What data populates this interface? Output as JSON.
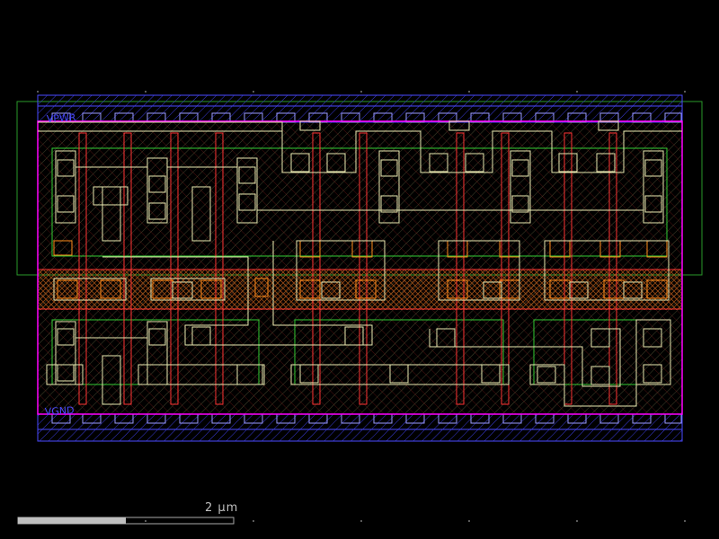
{
  "cell": {
    "labels": {
      "vpwr": "VPWR",
      "vgnd": "VGND"
    }
  },
  "scale_bar": {
    "label": "2 µm",
    "fill_fraction": 0.5
  },
  "colors": {
    "background": "#000000",
    "boundary": "#ff00ff",
    "metal1": "#4a4aff",
    "li1": "#e8e8b0",
    "poly": "#ff3333",
    "diff": "#33cc33",
    "nwell": "#2a9a2a",
    "contact": "#ff8c1a"
  }
}
